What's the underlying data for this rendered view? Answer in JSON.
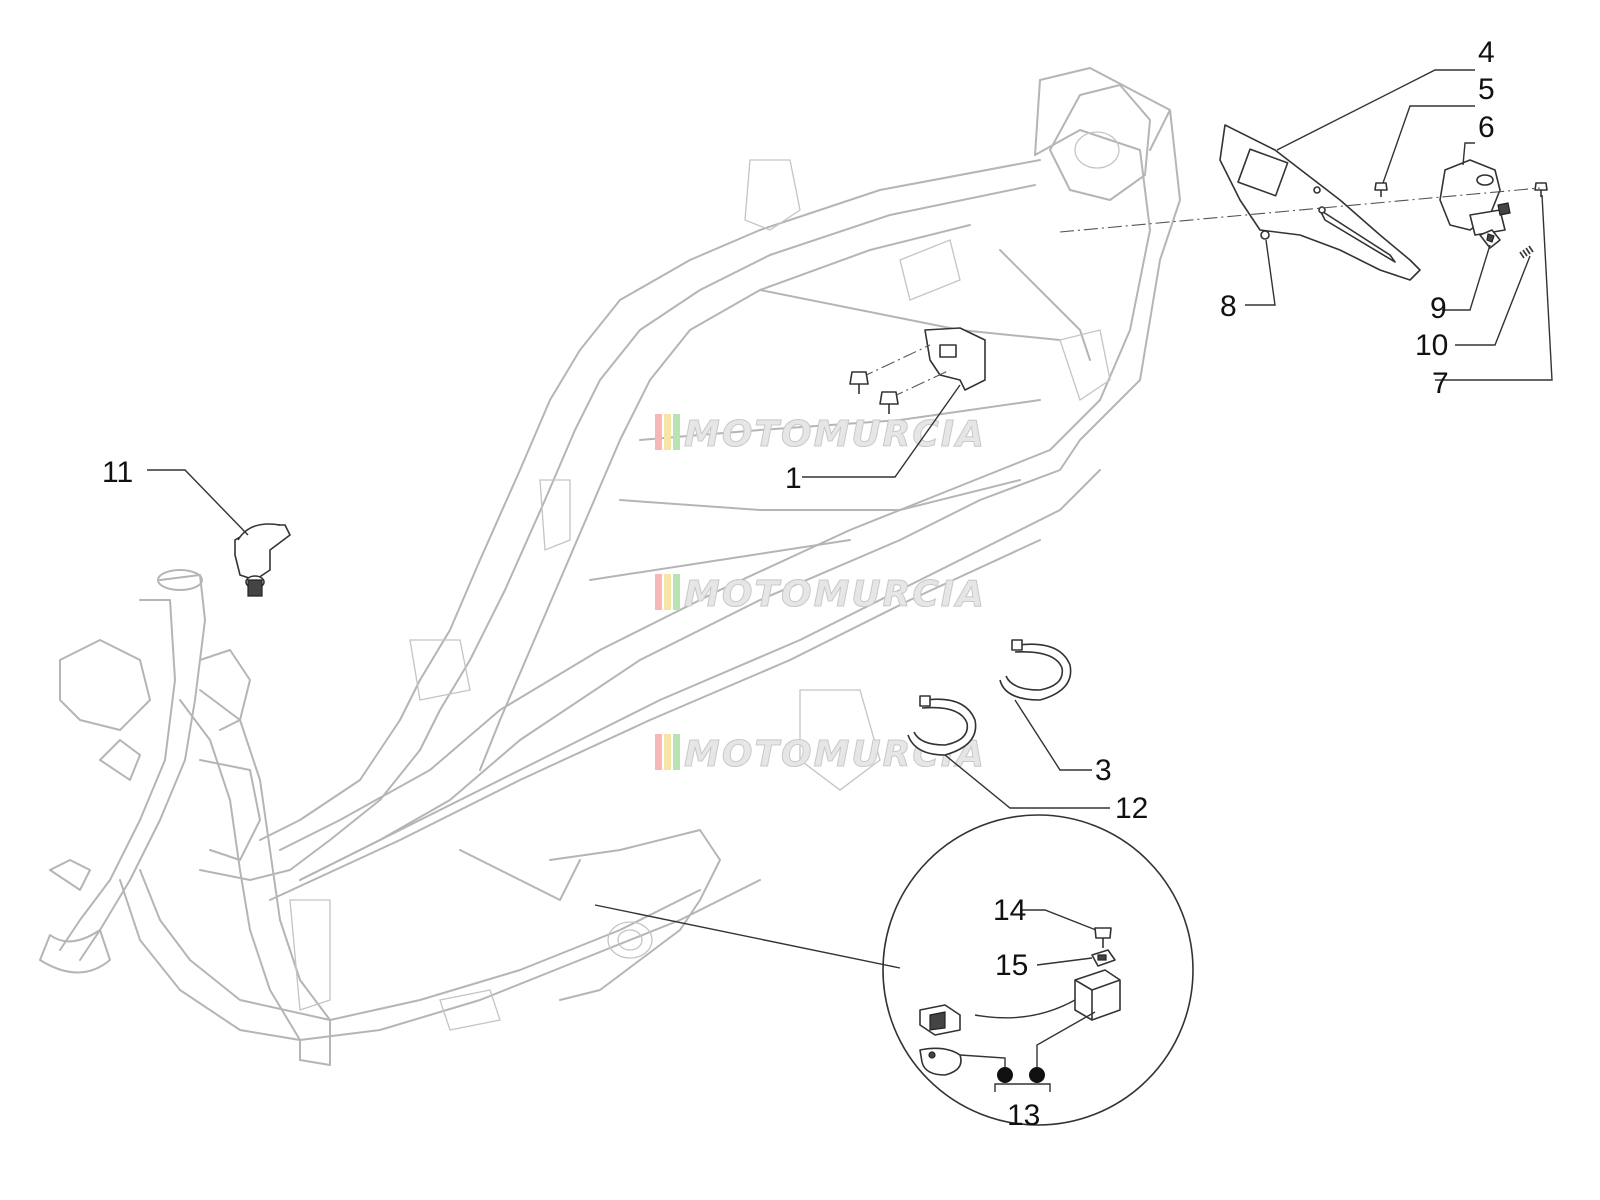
{
  "callouts": [
    {
      "id": "1",
      "label": "1"
    },
    {
      "id": "3",
      "label": "3"
    },
    {
      "id": "4",
      "label": "4"
    },
    {
      "id": "5",
      "label": "5"
    },
    {
      "id": "6",
      "label": "6"
    },
    {
      "id": "7",
      "label": "7"
    },
    {
      "id": "8",
      "label": "8"
    },
    {
      "id": "9",
      "label": "9"
    },
    {
      "id": "10",
      "label": "10"
    },
    {
      "id": "11",
      "label": "11"
    },
    {
      "id": "12",
      "label": "12"
    },
    {
      "id": "13",
      "label": "13"
    },
    {
      "id": "14",
      "label": "14"
    },
    {
      "id": "15",
      "label": "15"
    }
  ],
  "watermark": {
    "text": "MOTOMURCIA",
    "stripe_colors": [
      "#f7b7b7",
      "#f5e6a8",
      "#b9e3b5"
    ]
  }
}
